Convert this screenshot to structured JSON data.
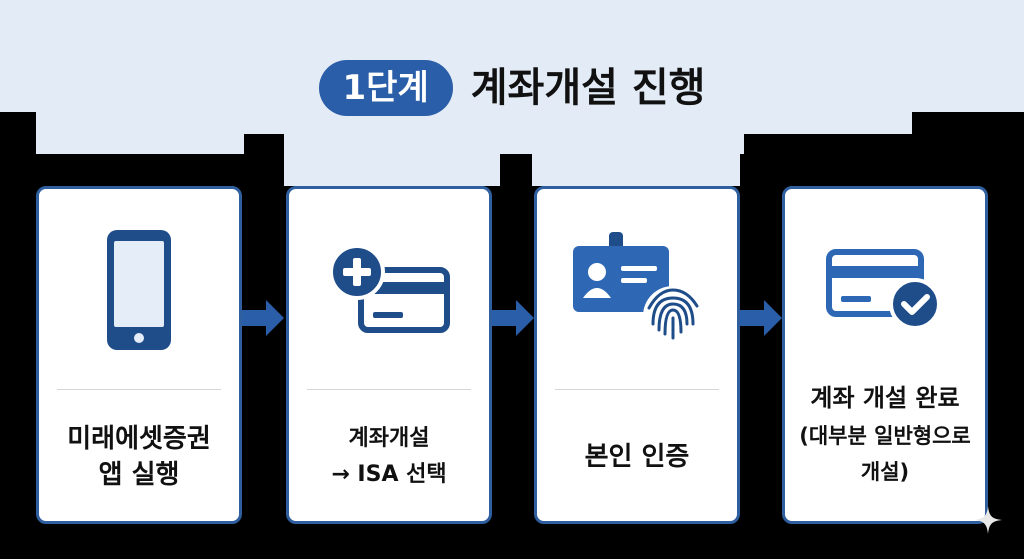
{
  "header": {
    "step_badge": "1단계",
    "title": "계좌개설 진행"
  },
  "steps": [
    {
      "icon": "smartphone-icon",
      "lines": [
        "미래에셋증권",
        "앱 실행"
      ]
    },
    {
      "icon": "add-card-icon",
      "lines": [
        "계좌개설",
        "→ ISA 선택"
      ]
    },
    {
      "icon": "id-fingerprint-icon",
      "lines": [
        "본인 인증"
      ]
    },
    {
      "icon": "card-check-icon",
      "lines": [
        "계좌 개설 완료",
        "(대부분 일반형으로",
        "개설)"
      ]
    }
  ],
  "colors": {
    "primary": "#2b5ea8",
    "card_border": "#2f5f9e",
    "background": "#e3ecf6"
  }
}
